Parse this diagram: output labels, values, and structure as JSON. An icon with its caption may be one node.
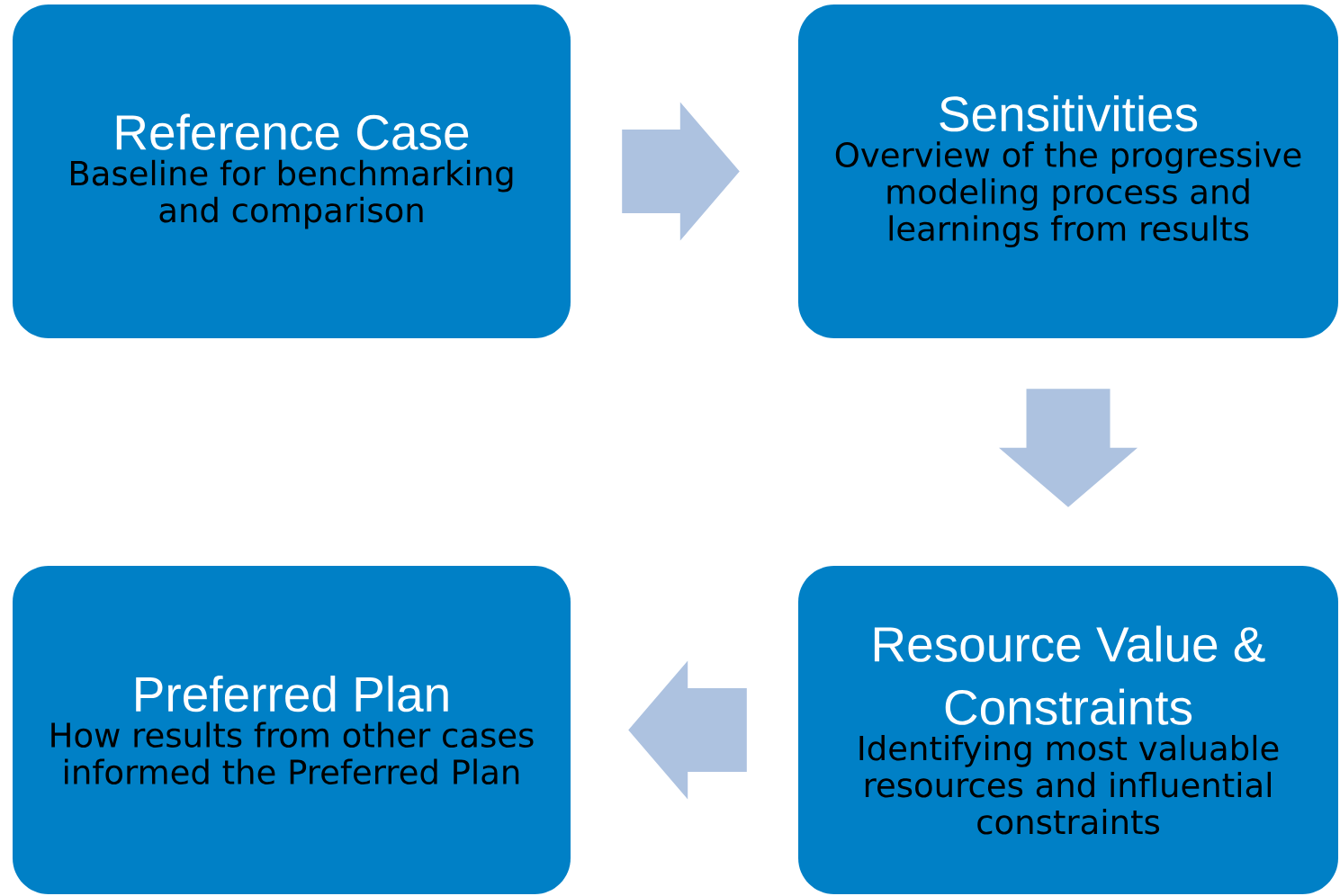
{
  "diagram": {
    "nodes": [
      {
        "text": [
          "Reference Case",
          "Baseline for benchmarking and comparison"
        ]
      },
      {
        "text": [
          "Sensitivities",
          "Overview of the progressive modeling process and learnings from results"
        ]
      },
      {
        "text": [
          "Resource Value & Constraints",
          "Identifying most valuable resources and influential constraints"
        ]
      },
      {
        "text": [
          "Preferred Plan",
          "How results from other cases informed the Preferred Plan"
        ]
      }
    ],
    "edges": [
      {
        "from": 0,
        "to": 1,
        "arrow": "to"
      },
      {
        "from": 1,
        "to": 2,
        "arrow": "to"
      },
      {
        "from": 2,
        "to": 3,
        "arrow": "to"
      }
    ]
  }
}
